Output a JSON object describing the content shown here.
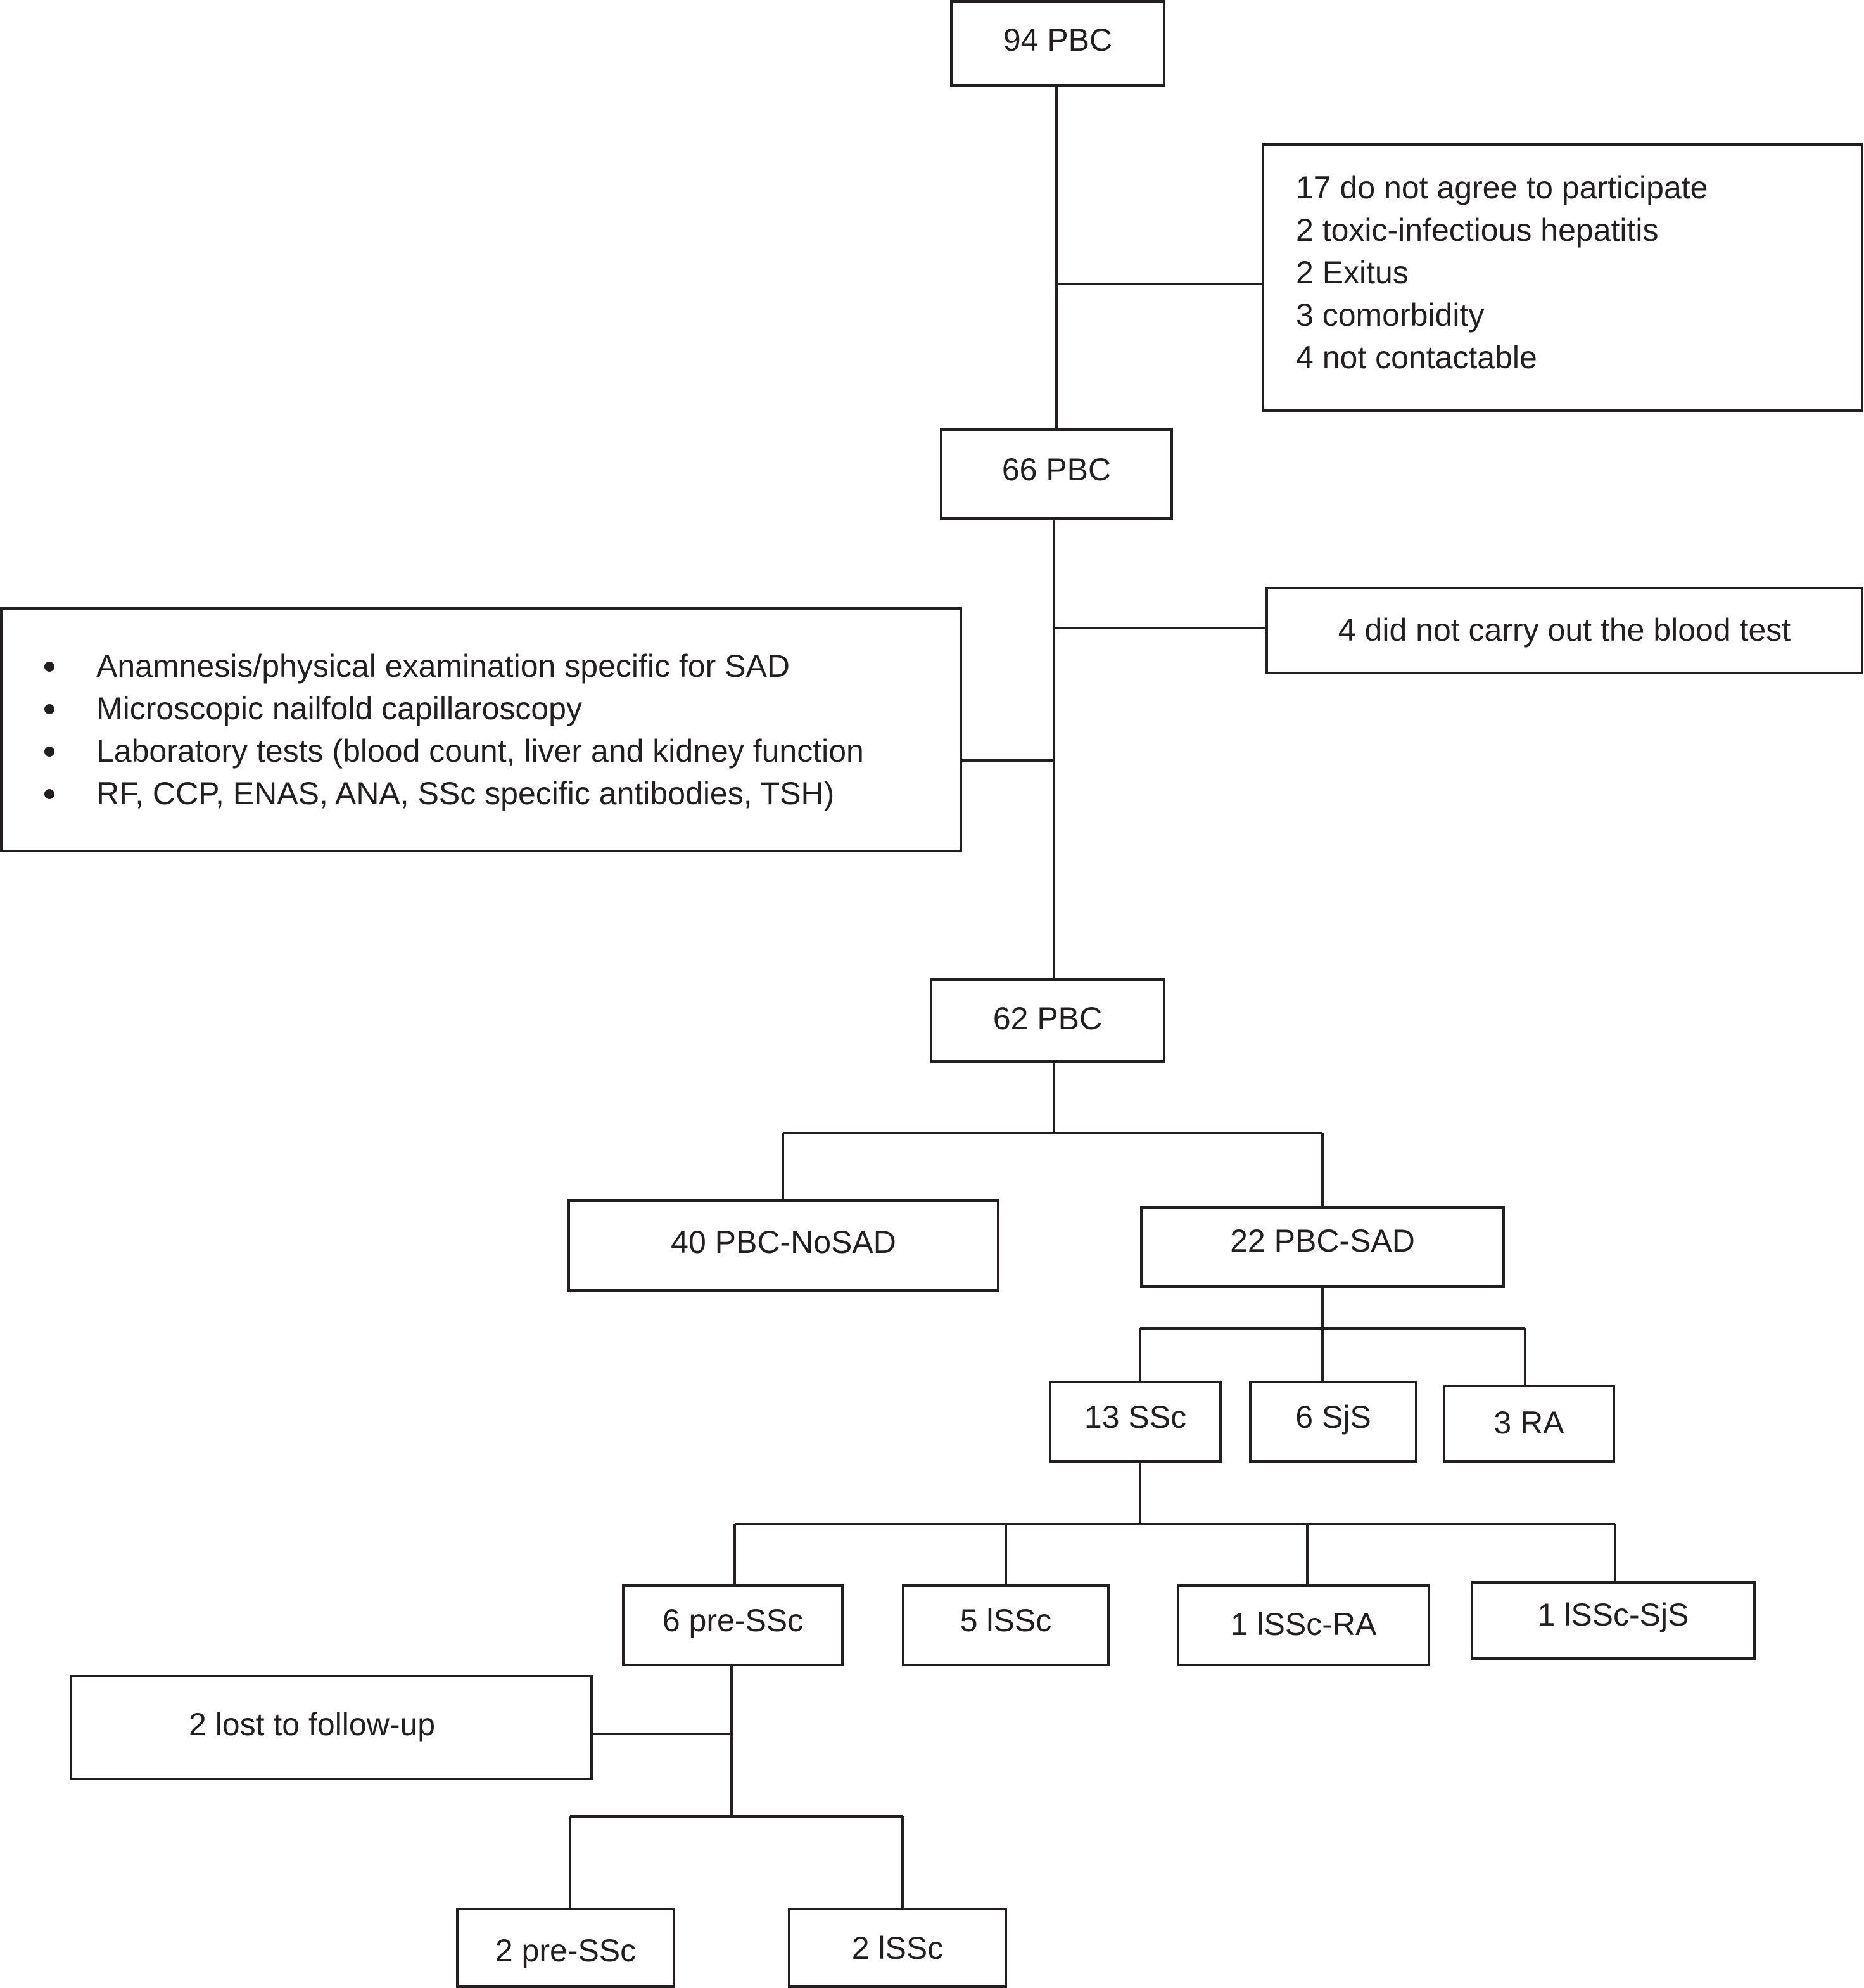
{
  "nodes": {
    "n94": "94 PBC",
    "n66": "66 PBC",
    "n62": "62 PBC",
    "nosad": "40 PBC-NoSAD",
    "sad": "22 PBC-SAD",
    "ssc13": "13 SSc",
    "sjs6": "6 SjS",
    "ra3": "3 RA",
    "pressc6": "6 pre-SSc",
    "lssc5": "5 lSSc",
    "lsscra1": "1 lSSc-RA",
    "lsscsjs1": "1 lSSc-SjS",
    "lost2": "2 lost to follow-up",
    "pressc2": "2 pre-SSc",
    "lssc2": "2 lSSc",
    "blood4": "4 did not carry out the blood test"
  },
  "exclusions": [
    "17 do not agree to participate",
    "2 toxic-infectious hepatitis",
    "2 Exitus",
    "3 comorbidity",
    "4 not contactable"
  ],
  "assessments": [
    "Anamnesis/physical examination specific for SAD",
    "Microscopic nailfold capillaroscopy",
    "Laboratory tests (blood count, liver and kidney function",
    "RF, CCP, ENAS, ANA, SSc specific antibodies, TSH)"
  ]
}
